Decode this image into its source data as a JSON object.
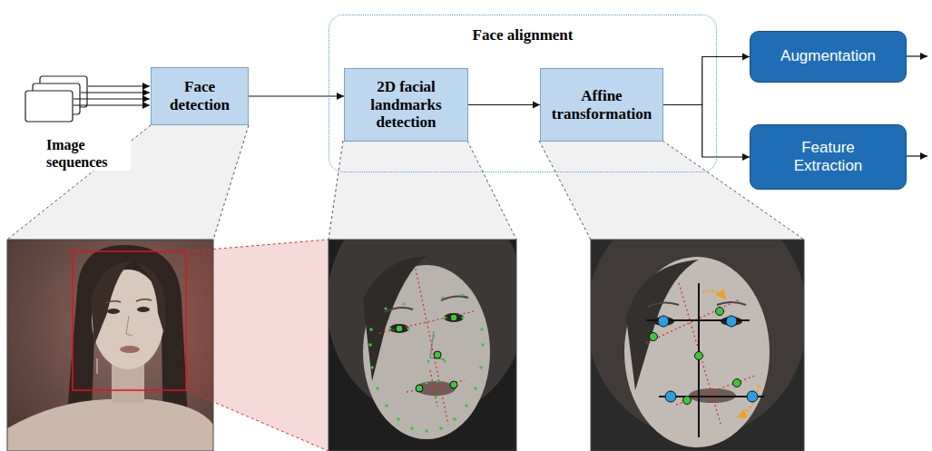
{
  "diagram": {
    "nodes": [
      {
        "text": [
          "Face detection"
        ]
      },
      {
        "text": [
          "Face alignment"
        ]
      },
      {
        "text": [
          "2D facial landmarks detection"
        ],
        "in": 1
      },
      {
        "text": [
          "Affine transformation"
        ],
        "in": 1
      },
      {
        "text": [
          "Augmentation"
        ]
      },
      {
        "text": [
          "Feature Extraction"
        ]
      }
    ],
    "edges": [
      {
        "from": 0,
        "to": 2,
        "arrow": "to"
      },
      {
        "from": 2,
        "to": 3,
        "arrow": "to"
      },
      {
        "from": 3,
        "to": 4,
        "arrow": "to"
      },
      {
        "from": 3,
        "to": 5,
        "arrow": "to"
      }
    ],
    "labels": [
      "Image sequences"
    ]
  }
}
